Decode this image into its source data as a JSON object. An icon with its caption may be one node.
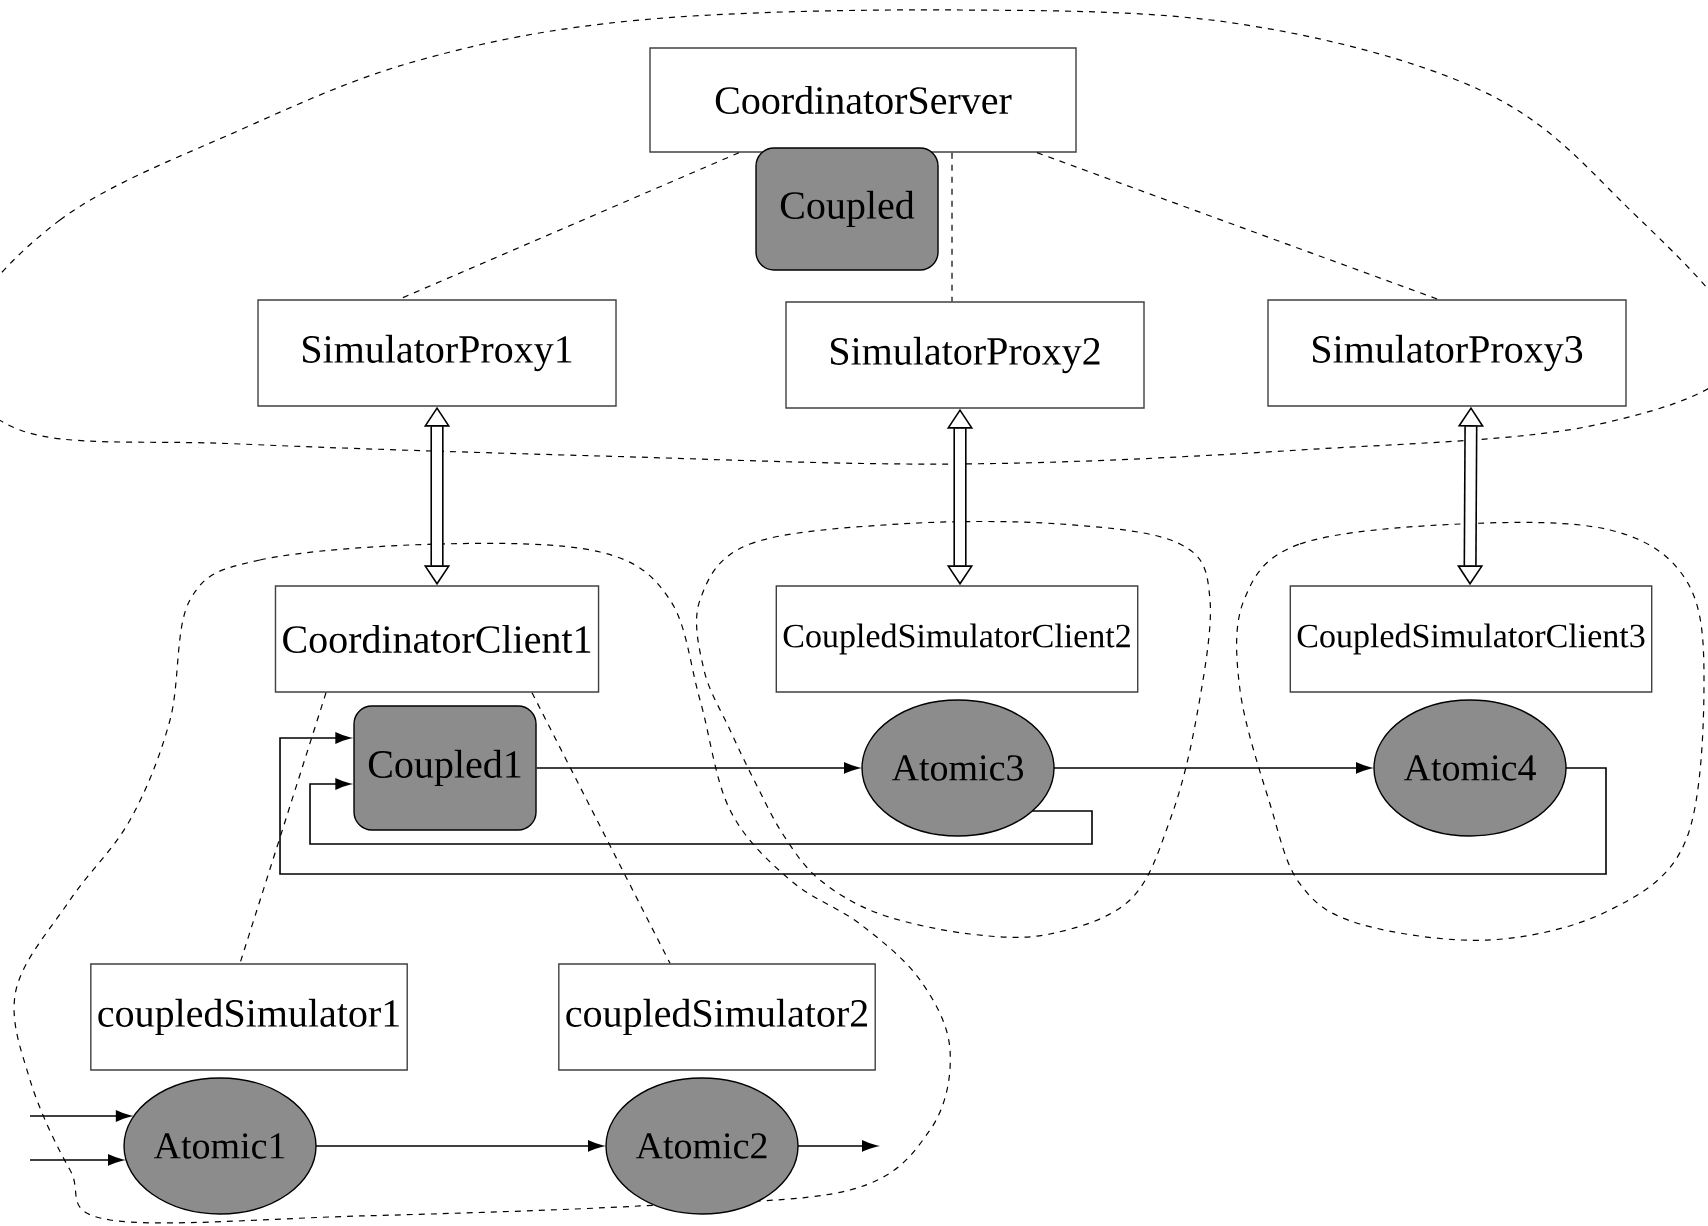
{
  "diagram": {
    "nodes": [
      {
        "text": [],
        "shape": "cloud"
      },
      {
        "text": [
          "CoordinatorServer"
        ],
        "in": 0
      },
      {
        "text": [
          "Coupled"
        ],
        "in": 0
      },
      {
        "text": [
          "SimulatorProxy1"
        ],
        "in": 0
      },
      {
        "text": [
          "SimulatorProxy2"
        ],
        "in": 0
      },
      {
        "text": [
          "SimulatorProxy3"
        ],
        "in": 0
      },
      {
        "text": [],
        "shape": "cloud"
      },
      {
        "text": [
          "CoordinatorClient1"
        ],
        "in": 6
      },
      {
        "text": [
          "Coupled1"
        ],
        "in": 6
      },
      {
        "text": [
          "coupledSimulator1"
        ],
        "in": 6
      },
      {
        "text": [
          "coupledSimulator2"
        ],
        "in": 6
      },
      {
        "text": [
          "Atomic1"
        ],
        "in": 6
      },
      {
        "text": [
          "Atomic2"
        ],
        "in": 6
      },
      {
        "text": [],
        "shape": "cloud"
      },
      {
        "text": [
          "CoupledSimulatorClient2"
        ],
        "in": 13
      },
      {
        "text": [
          "Atomic3"
        ],
        "in": 13
      },
      {
        "text": [],
        "shape": "cloud"
      },
      {
        "text": [
          "CoupledSimulatorClient3"
        ],
        "in": 16
      },
      {
        "text": [
          "Atomic4"
        ],
        "in": 16
      }
    ],
    "edges": [
      {
        "from": 1,
        "to": 3,
        "arrow": "none",
        "style": "dashed"
      },
      {
        "from": 1,
        "to": 4,
        "arrow": "none",
        "style": "dashed"
      },
      {
        "from": 1,
        "to": 5,
        "arrow": "none",
        "style": "dashed"
      },
      {
        "from": 3,
        "to": 7,
        "arrow": "both",
        "style": "thick"
      },
      {
        "from": 4,
        "to": 14,
        "arrow": "both",
        "style": "thick"
      },
      {
        "from": 5,
        "to": 17,
        "arrow": "both",
        "style": "thick"
      },
      {
        "from": 7,
        "to": 9,
        "arrow": "none",
        "style": "dashed"
      },
      {
        "from": 7,
        "to": 10,
        "arrow": "none",
        "style": "dashed"
      },
      {
        "from": 8,
        "to": 15,
        "arrow": "to"
      },
      {
        "from": 15,
        "to": 18,
        "arrow": "to"
      },
      {
        "from": 15,
        "to": 8,
        "arrow": "to"
      },
      {
        "from": 18,
        "to": 8,
        "arrow": "to"
      },
      {
        "from": 11,
        "to": 12,
        "arrow": "to"
      },
      {
        "from": 12,
        "to": null,
        "arrow": "to"
      },
      {
        "from": null,
        "to": 11,
        "arrow": "to"
      },
      {
        "from": null,
        "to": 11,
        "arrow": "to"
      }
    ]
  }
}
